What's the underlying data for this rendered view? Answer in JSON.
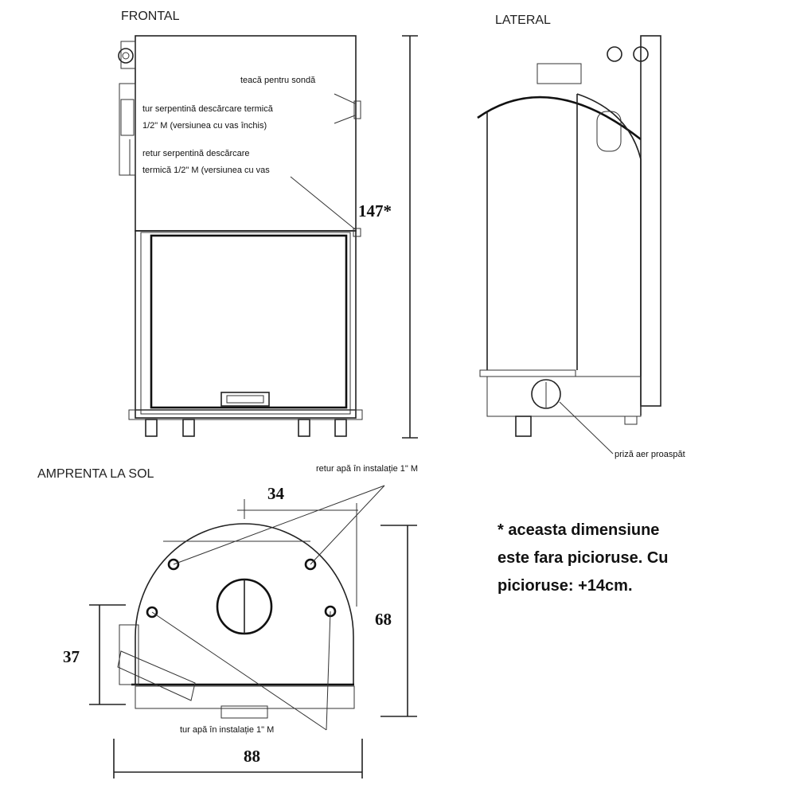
{
  "views": {
    "frontal": "FRONTAL",
    "lateral": "LATERAL",
    "footprint": "AMPRENTA LA SOL"
  },
  "frontal_labels": {
    "sensor_sleeve": "teacă pentru sondă",
    "coil_supply_1": "tur serpentină descărcare termică",
    "coil_supply_2": "1/2\" M (versiunea cu vas închis)",
    "coil_return_1": "retur serpentină descărcare",
    "coil_return_2": "termică 1/2\" M (versiunea cu vas",
    "height": "147*"
  },
  "lateral_labels": {
    "fresh_air": "priză aer proaspăt"
  },
  "footprint_labels": {
    "water_return": "retur apă în instalație 1\" M",
    "water_supply": "tur apă în instalație 1\" M",
    "dim_34": "34",
    "dim_68": "68",
    "dim_37": "37",
    "dim_88": "88"
  },
  "note": {
    "line1": "* aceasta dimensiune",
    "line2": "este fara picioruse. Cu",
    "line3": "picioruse: +14cm."
  }
}
